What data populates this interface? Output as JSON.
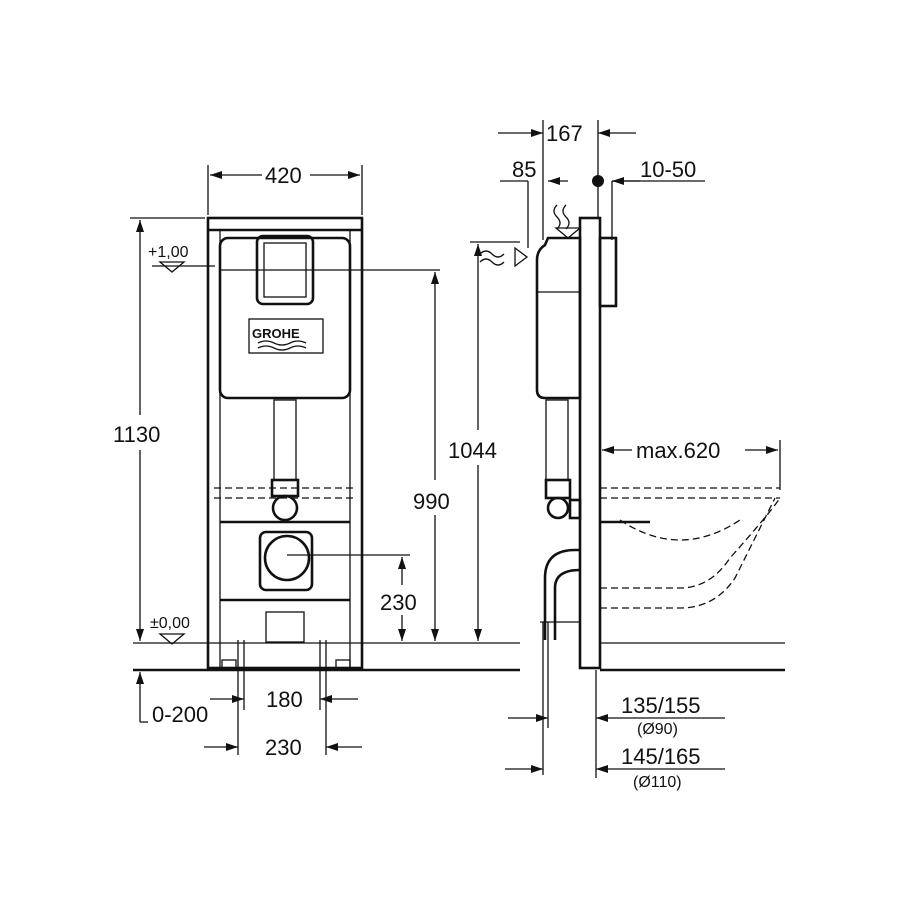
{
  "brand": "GROHE",
  "front_view": {
    "width_label": "420",
    "height_label": "1130",
    "level_top": "+1,00",
    "level_floor": "±0,00",
    "flush_height": "990",
    "drain_height": "230",
    "adjust_range": "0-200",
    "foot_inner": "180",
    "foot_outer": "230"
  },
  "side_view": {
    "depth_total": "167",
    "depth_supply": "85",
    "wall_range": "10-50",
    "inlet_height": "1044",
    "bowl_max": "max.620",
    "drain_90": "135/155",
    "drain_90_dia": "(Ø90)",
    "drain_110": "145/165",
    "drain_110_dia": "(Ø110)"
  }
}
